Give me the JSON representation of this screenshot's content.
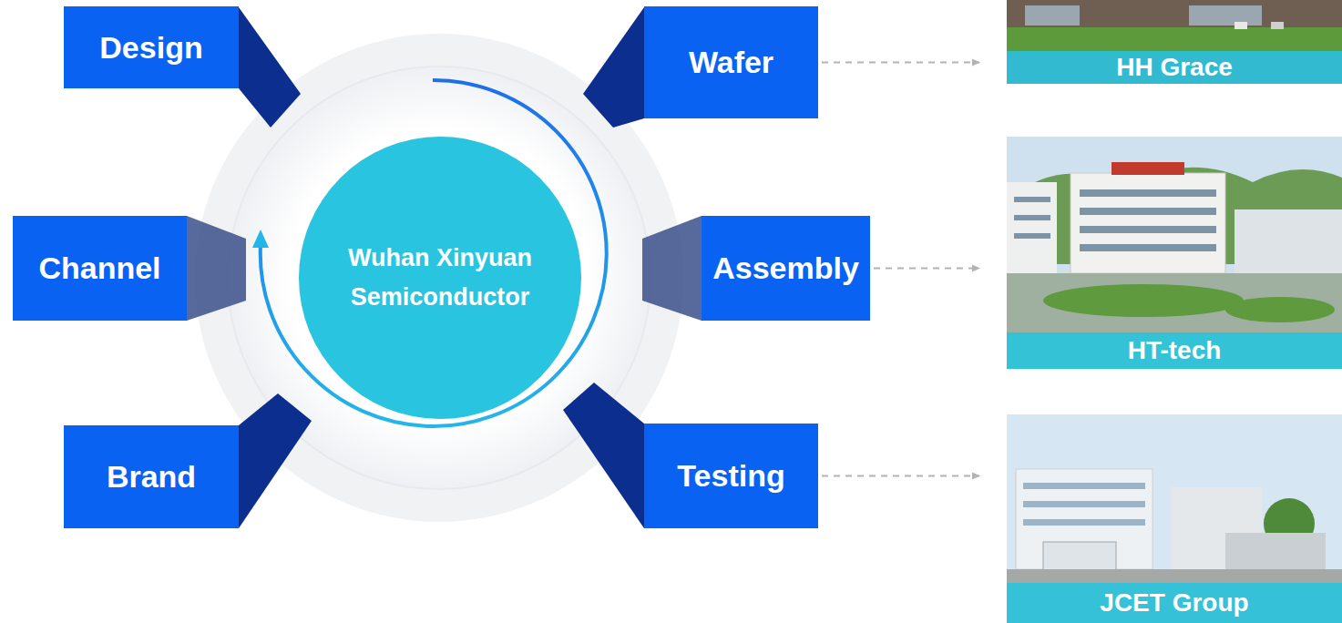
{
  "diagram": {
    "nodes": [
      {
        "text": [
          "Design"
        ]
      },
      {
        "text": [
          "Wafer"
        ]
      },
      {
        "text": [
          "HH Grace"
        ]
      },
      {
        "text": [
          "Channel"
        ]
      },
      {
        "text": [
          "Wuhan Xinyuan Semiconductor"
        ]
      },
      {
        "text": [
          "Assembly"
        ]
      },
      {
        "text": [
          "HT-tech"
        ]
      },
      {
        "text": [
          "Brand"
        ]
      },
      {
        "text": [
          "Testing"
        ]
      },
      {
        "text": [
          "JCET Group"
        ]
      }
    ],
    "edges": [
      {
        "from": 1,
        "to": 2,
        "arrow": "to"
      },
      {
        "from": 5,
        "to": 6,
        "arrow": "to"
      },
      {
        "from": 8,
        "to": 9,
        "arrow": "to"
      }
    ]
  }
}
